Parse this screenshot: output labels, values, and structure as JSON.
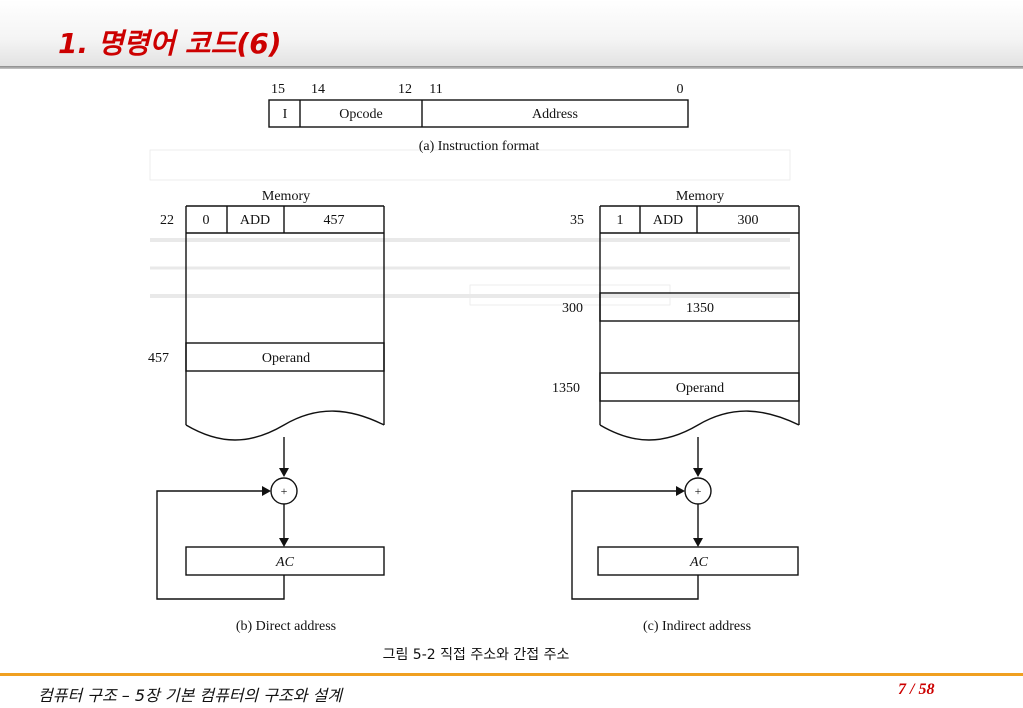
{
  "slide": {
    "title": "1. 명령어 코드(6)",
    "footer_left": "컴퓨터 구조 – 5장 기본 컴퓨터의 구조와 설계",
    "page_number": "7 / 58"
  },
  "instruction_format": {
    "bit_labels": [
      "15",
      "14",
      "12",
      "11",
      "0"
    ],
    "fields": [
      "I",
      "Opcode",
      "Address"
    ],
    "caption": "(a) Instruction format"
  },
  "direct": {
    "memory_label": "Memory",
    "instr_address": "22",
    "instr_fields": [
      "0",
      "ADD",
      "457"
    ],
    "operand_address": "457",
    "operand_label": "Operand",
    "adder_symbol": "+",
    "ac_label": "AC",
    "caption": "(b) Direct address"
  },
  "indirect": {
    "memory_label": "Memory",
    "instr_address": "35",
    "instr_fields": [
      "1",
      "ADD",
      "300"
    ],
    "pointer_address": "300",
    "pointer_value": "1350",
    "operand_address": "1350",
    "operand_label": "Operand",
    "adder_symbol": "+",
    "ac_label": "AC",
    "caption": "(c) Indirect address"
  },
  "figure_caption": "그림 5-2  직접 주소와 간접 주소"
}
